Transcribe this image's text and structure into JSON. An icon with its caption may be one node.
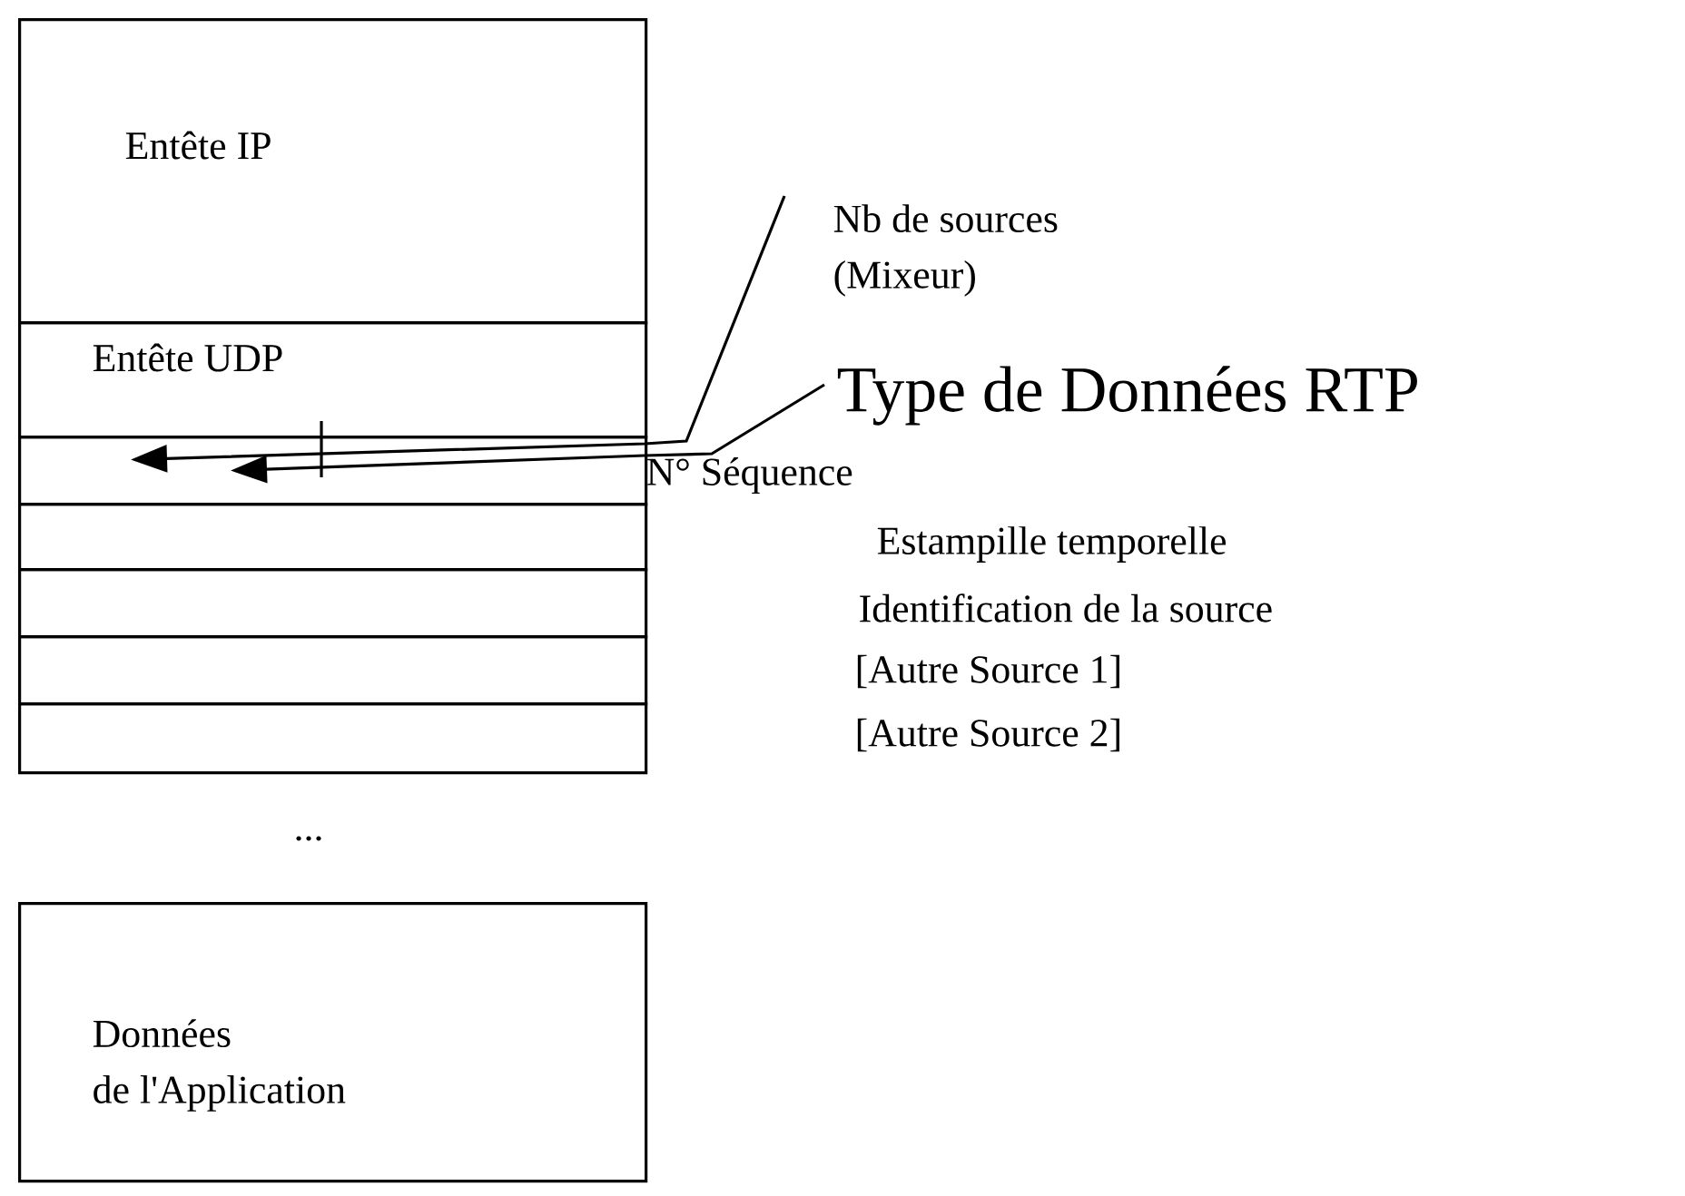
{
  "diagram": {
    "nodes": [
      {
        "text": [
          "Entête IP"
        ]
      },
      {
        "text": [
          "Entête UDP"
        ]
      },
      {
        "text": [],
        "shape": "box"
      },
      {
        "text": [],
        "shape": "box"
      },
      {
        "text": [],
        "shape": "box"
      },
      {
        "text": [],
        "shape": "box"
      },
      {
        "text": [],
        "shape": "box"
      },
      {
        "text": [
          "Données de l'Application"
        ]
      },
      {
        "text": [
          "Nb de sources (Mixeur)"
        ]
      },
      {
        "text": [
          "Type de Données RTP"
        ]
      }
    ],
    "edges": [
      {
        "from": 8,
        "to": 2,
        "arrow": "to"
      },
      {
        "from": 9,
        "to": 2,
        "arrow": "to"
      }
    ],
    "labels": [
      "N° Séquence",
      "Estampille temporelle",
      "Identification de la source",
      "[Autre Source 1]",
      "[Autre Source 2]",
      "..."
    ]
  }
}
